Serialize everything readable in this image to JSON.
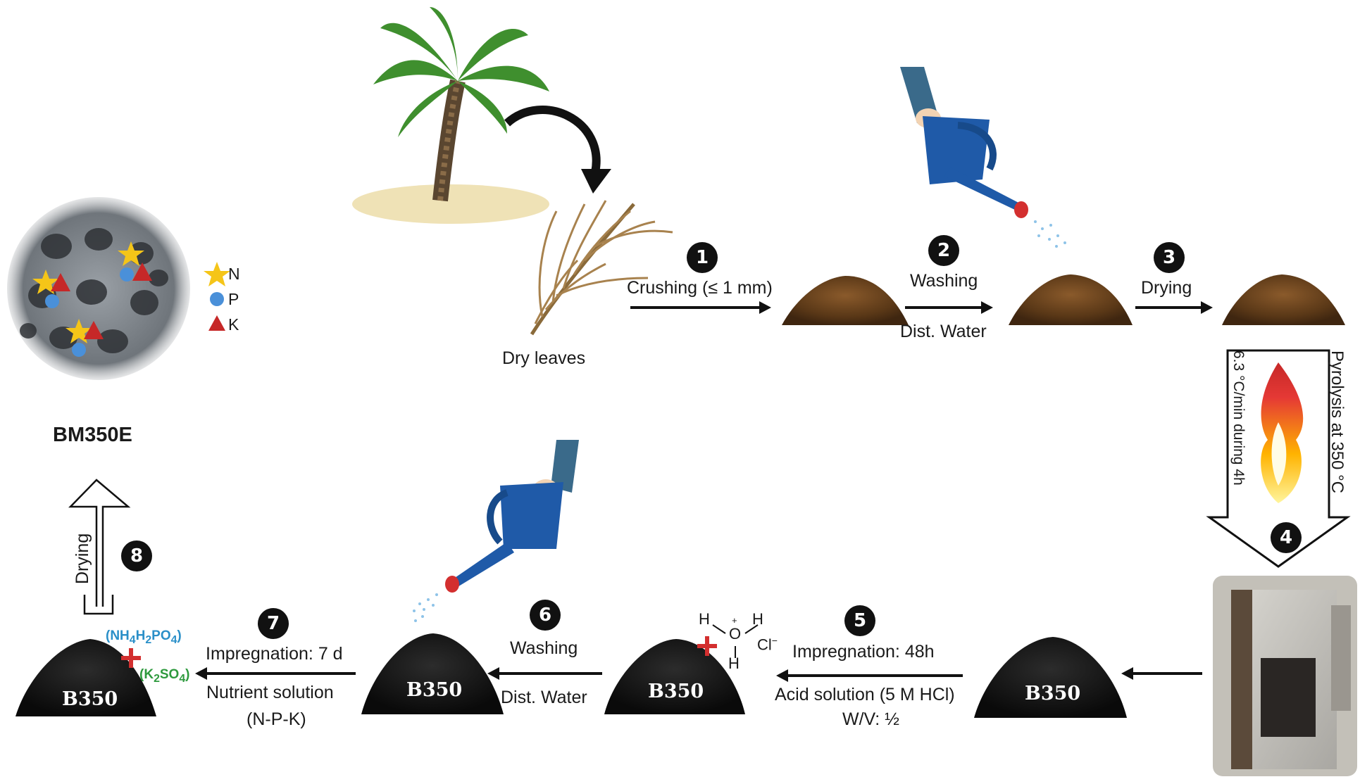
{
  "steps": {
    "s1": {
      "number": "1",
      "label": "Crushing  (≤ 1 mm)"
    },
    "s2": {
      "number": "2",
      "label": "Washing",
      "sublabel": "Dist. Water"
    },
    "s3": {
      "number": "3",
      "label": "Drying"
    },
    "s4": {
      "number": "4",
      "label": "Pyrolysis  at  350 °C",
      "sublabel": "6.3 °C/min  during  4h"
    },
    "s5": {
      "number": "5",
      "label": "Impregnation: 48h",
      "sublabel": "Acid solution (5 M HCl)",
      "sublabel2": "W/V: ½"
    },
    "s6": {
      "number": "6",
      "label": "Washing",
      "sublabel": "Dist. Water"
    },
    "s7": {
      "number": "7",
      "label": "Impregnation: 7 d",
      "sublabel": "Nutrient solution",
      "sublabel2": "(N-P-K)"
    },
    "s8": {
      "number": "8",
      "label": "Drying"
    }
  },
  "labels": {
    "dry_leaves": "Dry leaves",
    "product": "BM350E",
    "biochar": "B350"
  },
  "legend": [
    {
      "symbol": "star",
      "label": "N",
      "color": "#f5c518"
    },
    {
      "symbol": "circle",
      "label": "P",
      "color": "#4a90d9"
    },
    {
      "symbol": "triangle",
      "label": "K",
      "color": "#c62828"
    }
  ],
  "chemicals": {
    "phosphate": {
      "main": "(NH",
      "s1": "4",
      "mid": "H",
      "s2": "2",
      "mid2": "PO",
      "s3": "4",
      "end": ")"
    },
    "sulfate": {
      "main": "(K",
      "s1": "2",
      "mid": "SO",
      "s2": "4",
      "end": ")"
    },
    "hydronium": {
      "h": "H",
      "o": "O",
      "plus": "+",
      "cl": "Cl",
      "minus": "−"
    }
  },
  "colors": {
    "phosphate_text": "#2a8fc8",
    "sulfate_text": "#2e9a3e",
    "plus_sign": "#d32f2f"
  }
}
